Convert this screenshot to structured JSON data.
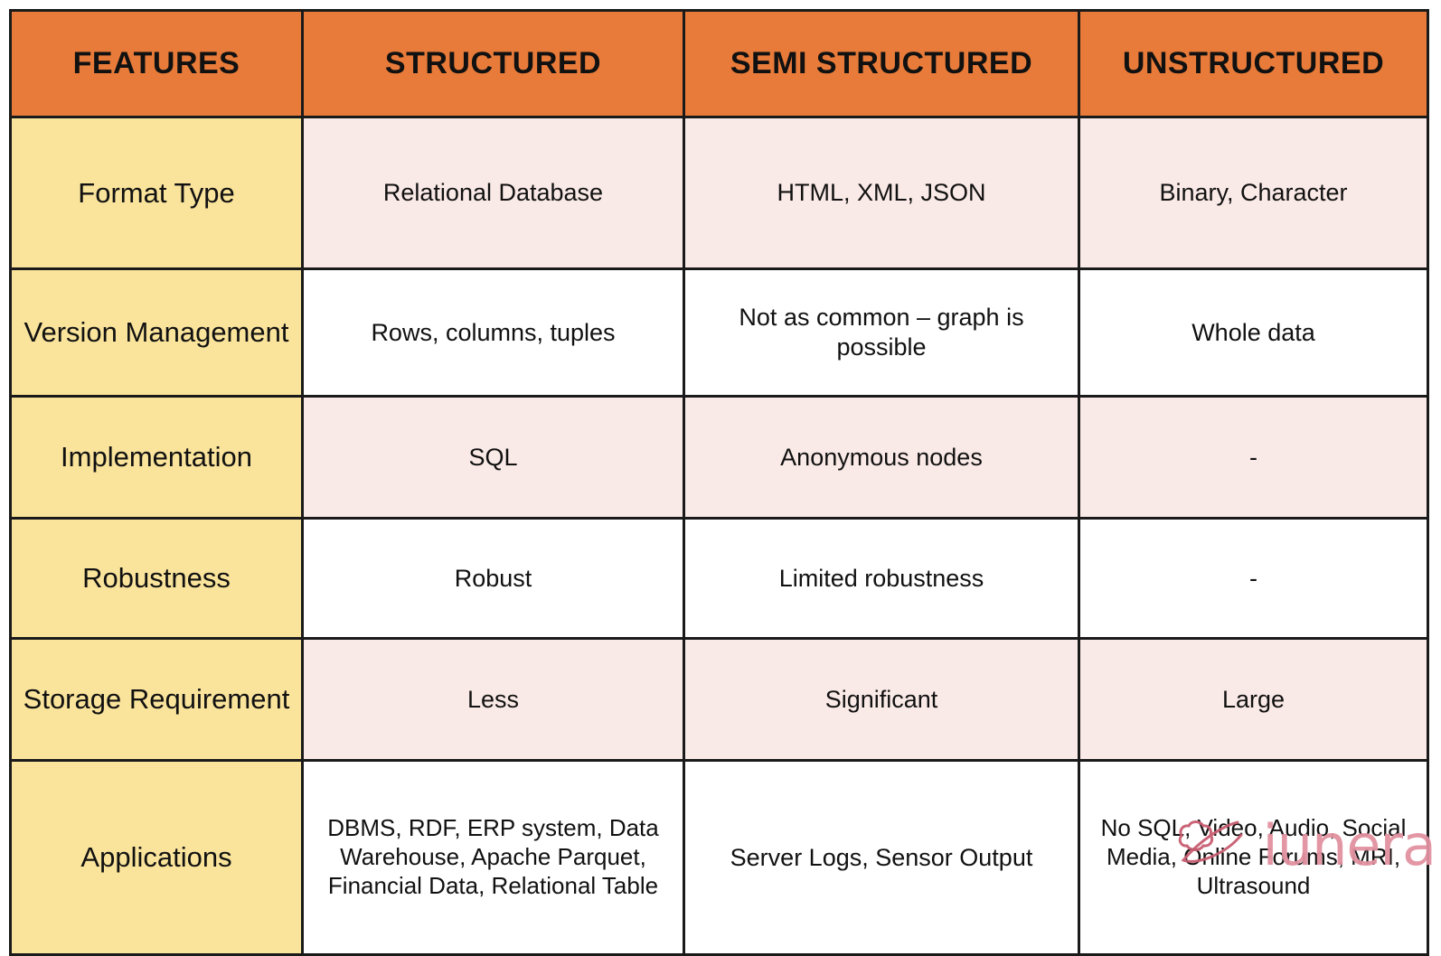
{
  "table": {
    "headers": [
      "FEATURES",
      "STRUCTURED",
      "SEMI STRUCTURED",
      "UNSTRUCTURED"
    ],
    "rows": [
      {
        "feature": "Format Type",
        "structured": "Relational Database",
        "semi_structured": "HTML, XML, JSON",
        "unstructured": "Binary, Character"
      },
      {
        "feature": "Version Management",
        "structured": "Rows, columns, tuples",
        "semi_structured": "Not as common – graph is possible",
        "unstructured": "Whole data"
      },
      {
        "feature": "Implementation",
        "structured": "SQL",
        "semi_structured": "Anonymous nodes",
        "unstructured": "-"
      },
      {
        "feature": "Robustness",
        "structured": "Robust",
        "semi_structured": "Limited robustness",
        "unstructured": "-"
      },
      {
        "feature": "Storage Requirement",
        "structured": "Less",
        "semi_structured": "Significant",
        "unstructured": "Large"
      },
      {
        "feature": "Applications",
        "structured": "DBMS, RDF, ERP system, Data Warehouse, Apache Parquet, Financial Data, Relational Table",
        "semi_structured": "Server Logs, Sensor Output",
        "unstructured": "No SQL, Video, Audio, Social Media, Online Forums, MRI, Ultrasound"
      }
    ]
  },
  "watermark": {
    "brand": "iunera",
    "logo_icon": "cloud-swoosh-icon"
  },
  "colors": {
    "header_background": "#E87B39",
    "header_text": "#FFFFFF",
    "feature_column_background": "#FAE49C",
    "tinted_row_background": "#FAEAE7",
    "plain_row_background": "#FFFFFF",
    "border": "#1A1A1A",
    "body_text": "#111111",
    "watermark": "#E291A0"
  }
}
